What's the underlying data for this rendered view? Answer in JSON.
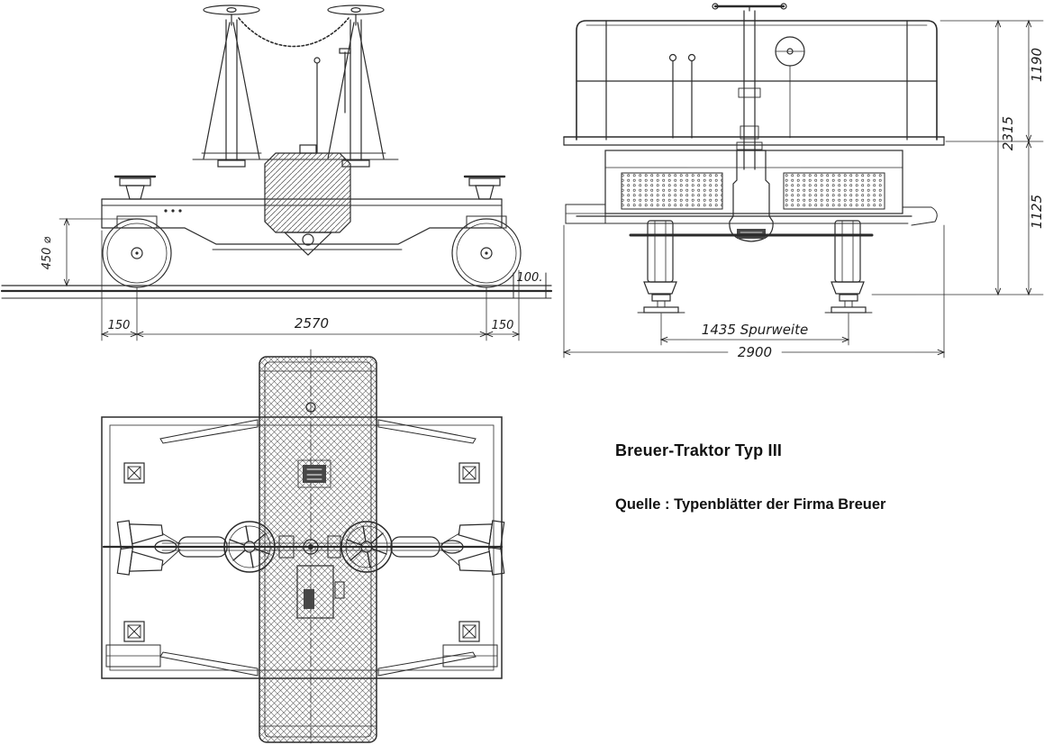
{
  "title": "Breuer-Traktor Typ III",
  "source_note": "Quelle : Typenblätter der Firma Breuer",
  "side_view": {
    "wheel_diameter": "450 ⌀",
    "overhang_left": "150",
    "wheelbase": "2570",
    "overhang_right": "150",
    "rail_note": "100."
  },
  "front_view": {
    "railing_height": "1190",
    "total_height": "2315",
    "floor_height": "1125",
    "gauge": "1435  Spurweite",
    "overall_width": "2900"
  },
  "colors": {
    "ink": "#2b2b2b",
    "paper": "#ffffff"
  }
}
